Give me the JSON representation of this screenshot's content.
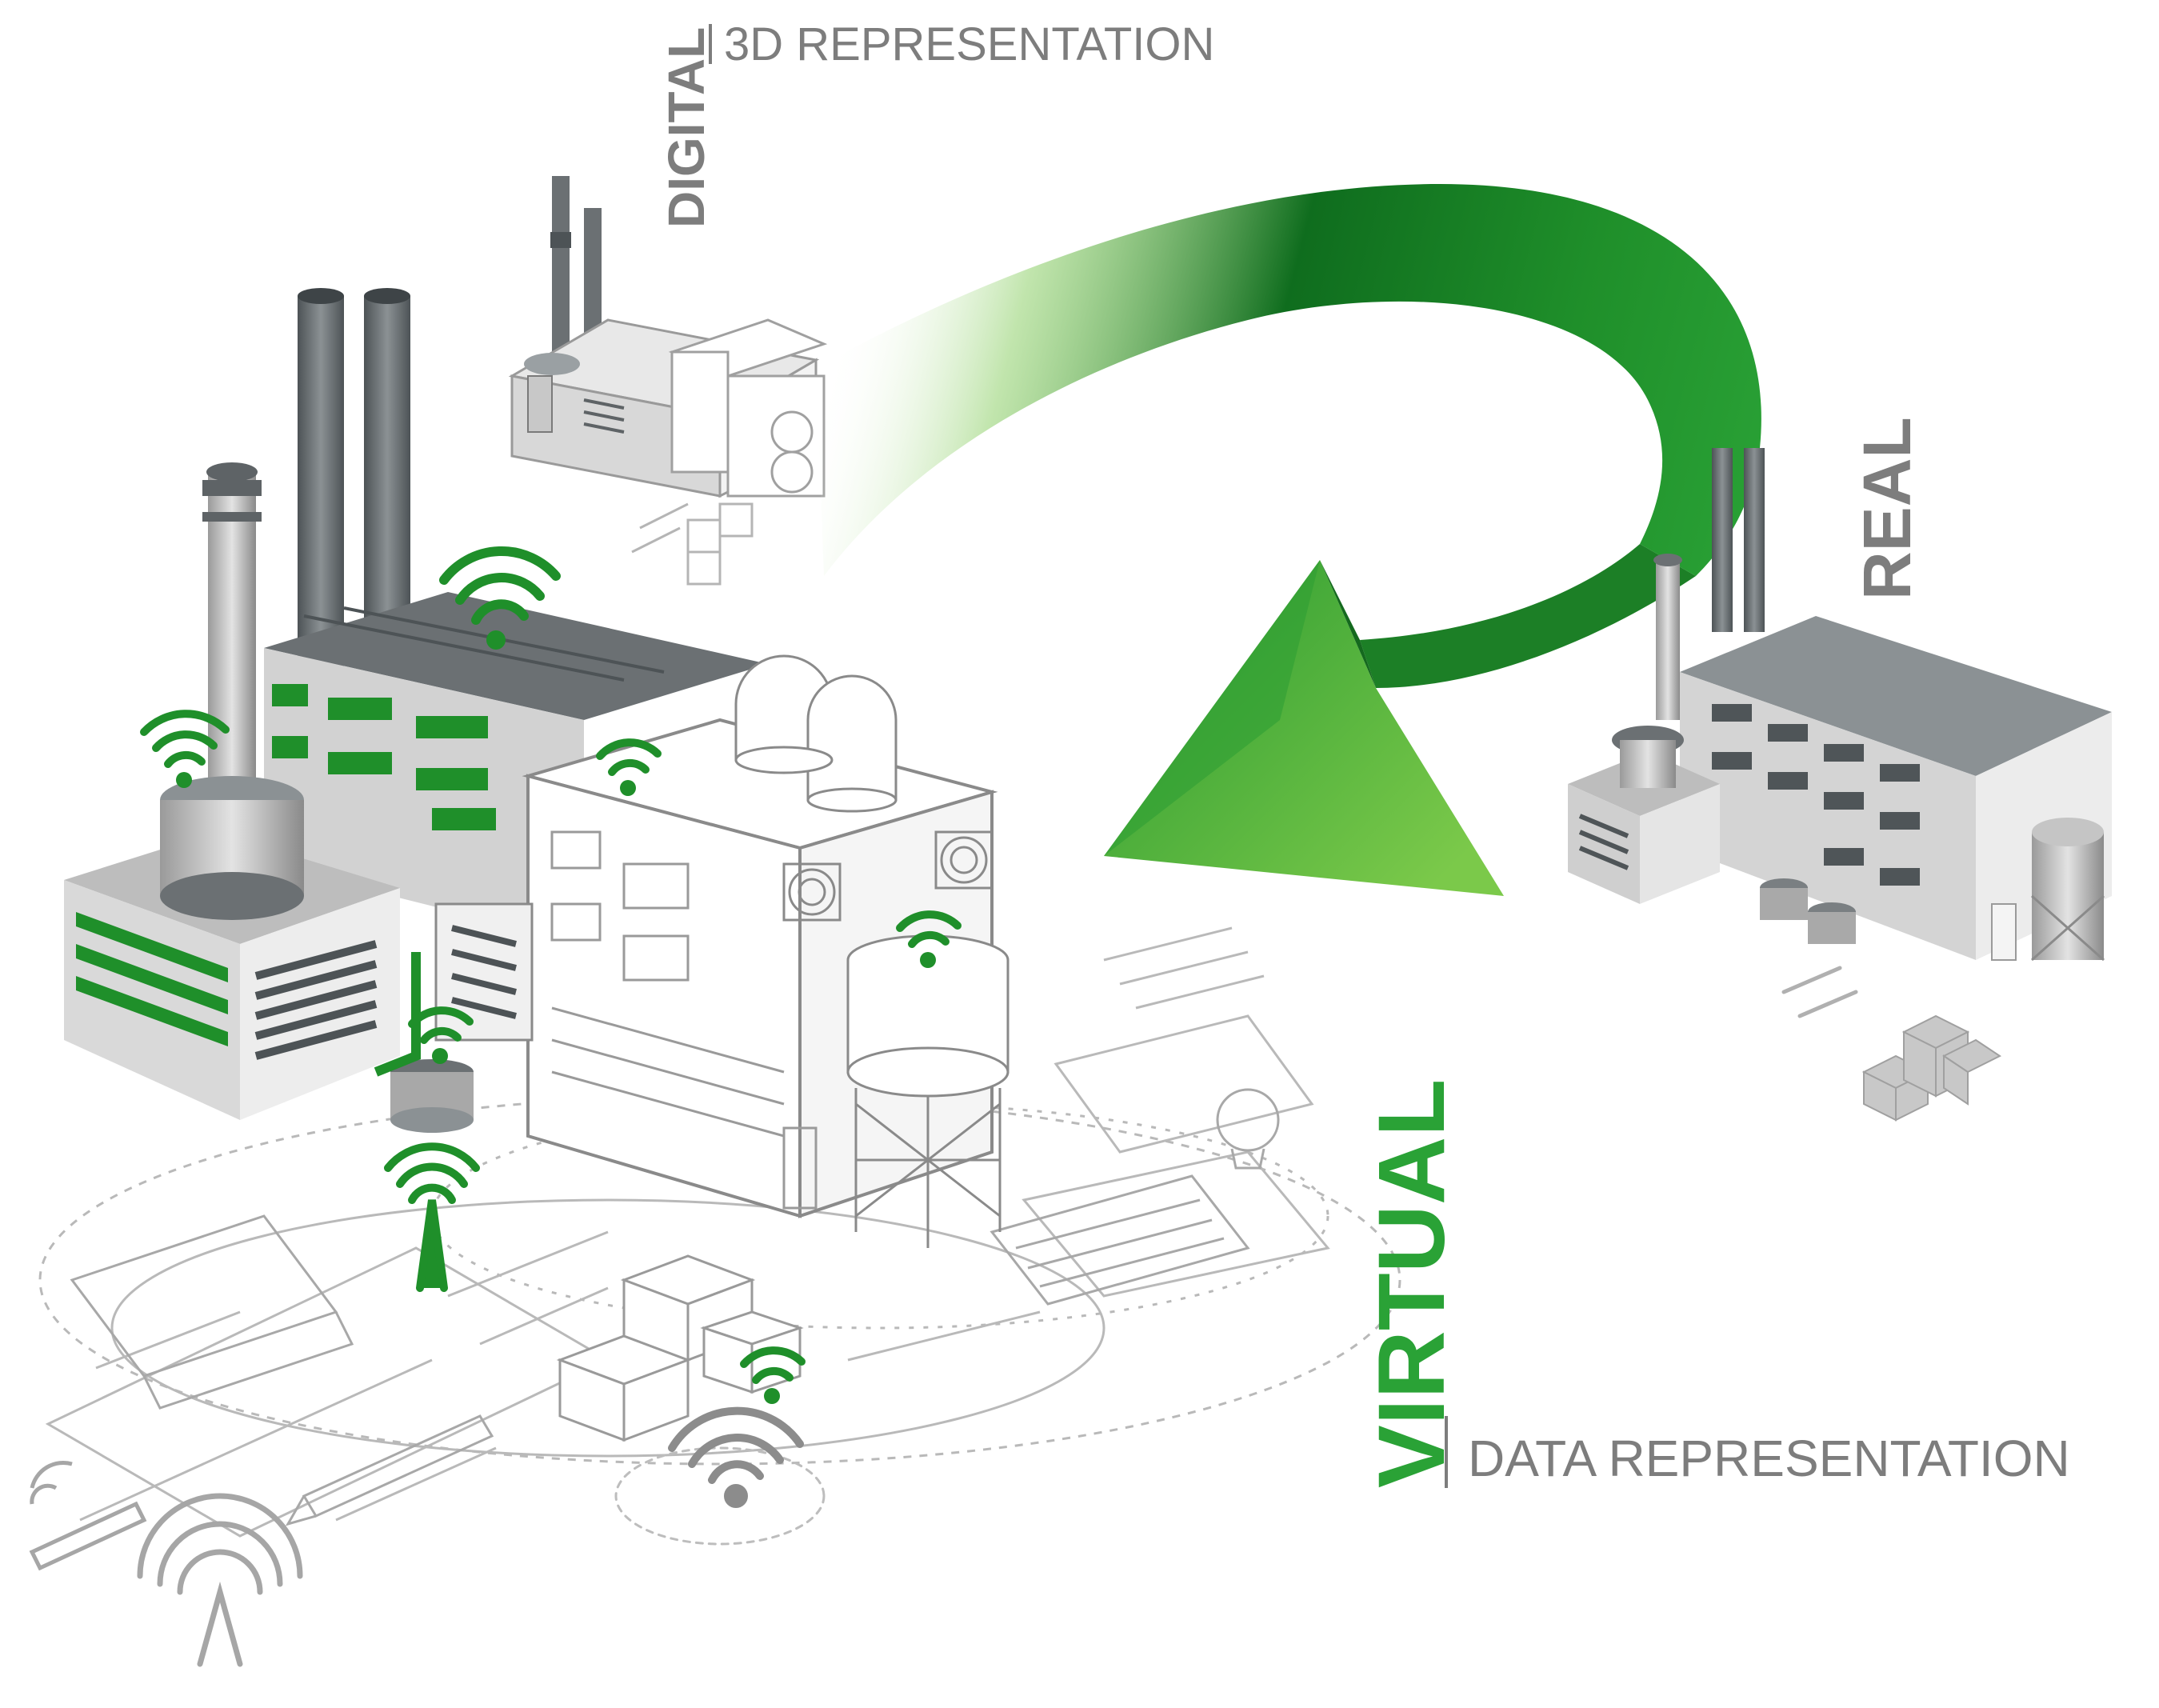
{
  "labels": {
    "digital": "DIGITAL",
    "digital_sub": "3D REPRESENTATION",
    "real": "REAL",
    "virtual": "VIRTUAL",
    "virtual_sub": "DATA REPRESENTATION"
  },
  "colors": {
    "accent_green": "#1f8f2a",
    "dark_green": "#0d5c17",
    "light_green": "#6cc04a",
    "gray_text": "#7a7a7a",
    "building_gray": "#b8b8b8",
    "building_dark": "#5e6366",
    "line_gray": "#9a9a9a"
  },
  "icons": [
    "wifi-icon",
    "antenna-icon",
    "lightbulb-icon",
    "laptop-icon",
    "keyboard-icon",
    "pencil-icon",
    "dish-icon"
  ]
}
